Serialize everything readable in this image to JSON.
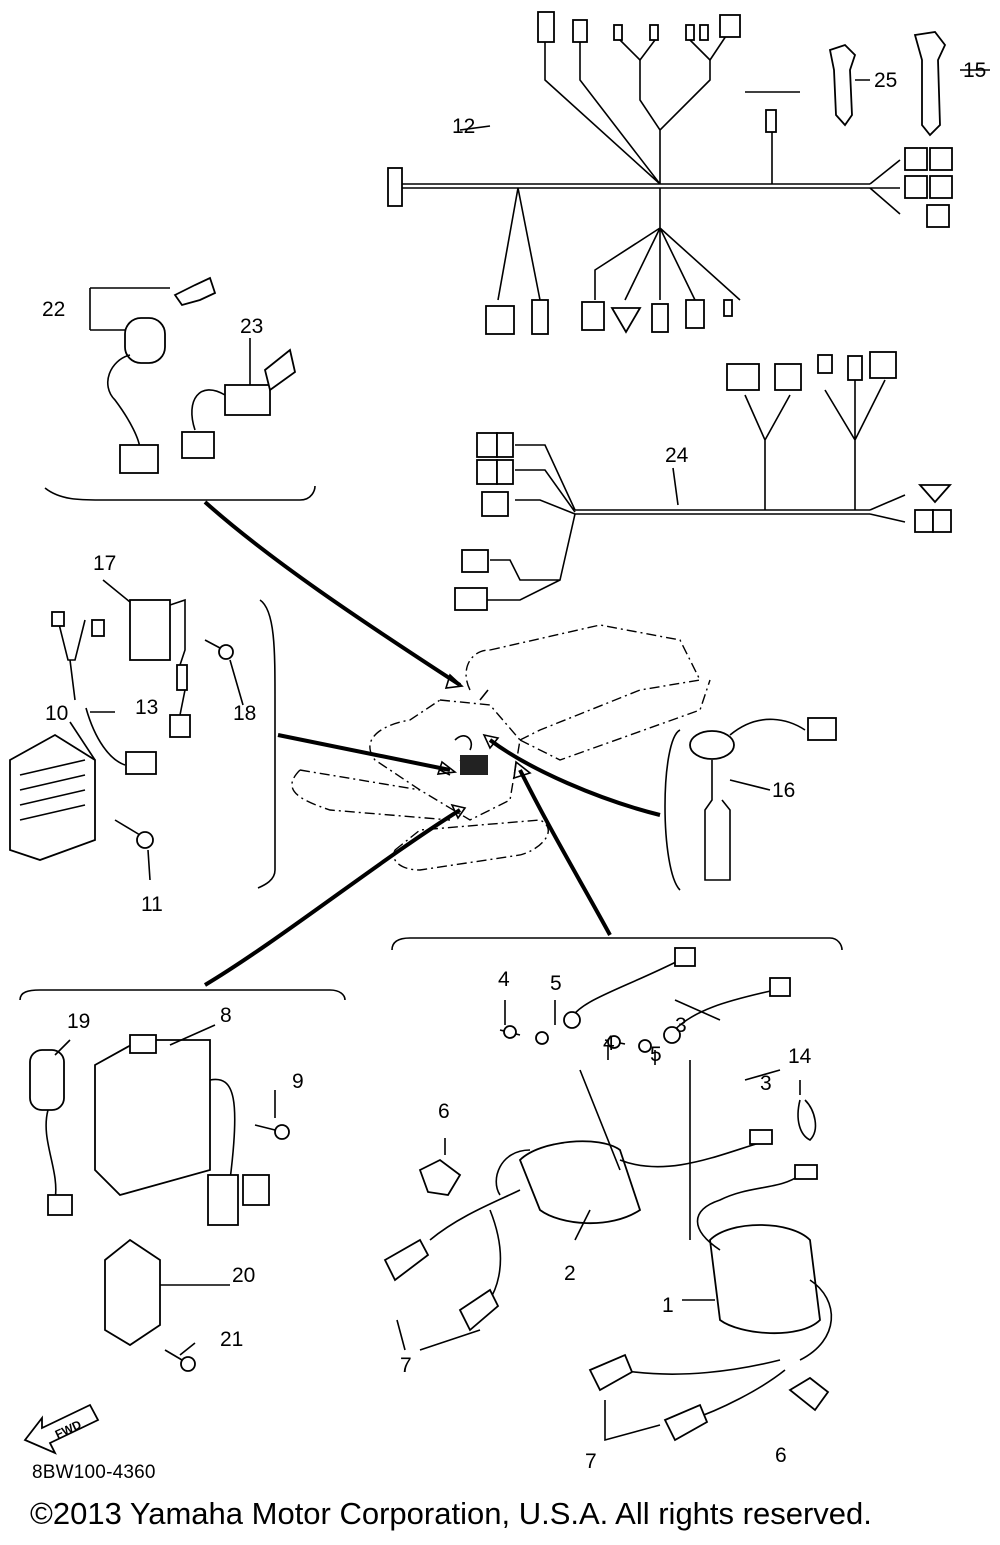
{
  "callouts": [
    "1",
    "2",
    "3",
    "3",
    "4",
    "4",
    "5",
    "5",
    "6",
    "6",
    "7",
    "7",
    "8",
    "9",
    "10",
    "11",
    "12",
    "13",
    "14",
    "15",
    "16",
    "17",
    "18",
    "19",
    "20",
    "21",
    "22",
    "23",
    "24",
    "25"
  ],
  "fwd_label": "FWD",
  "part_code": "8BW100-4360",
  "copyright": "©2013 Yamaha Motor Corporation, U.S.A. All rights reserved."
}
